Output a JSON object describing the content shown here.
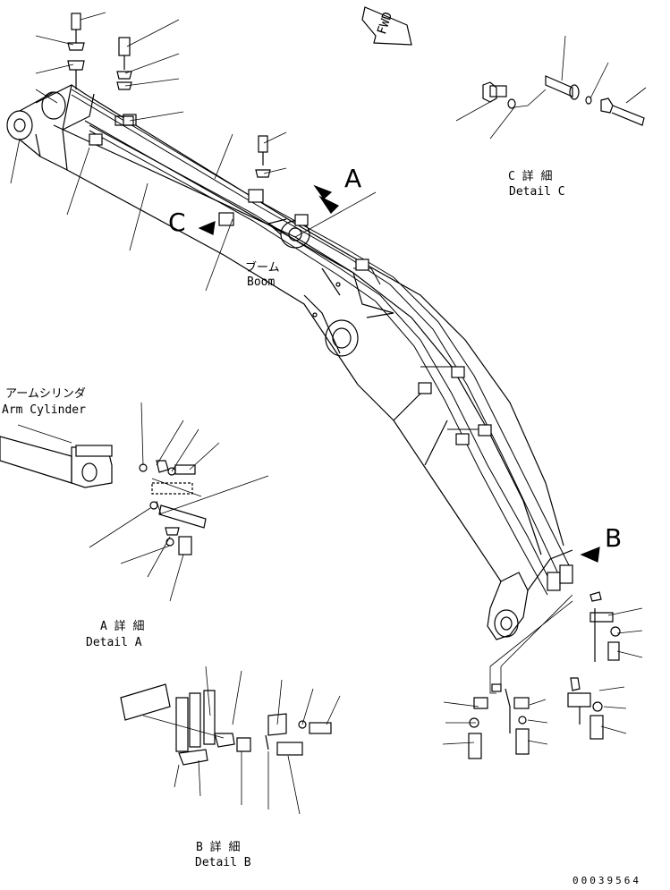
{
  "fwd_label": "FWD",
  "callouts": {
    "a": "A",
    "b": "B",
    "c": "C"
  },
  "boom": {
    "jp": "ブーム",
    "en": "Boom"
  },
  "arm_cylinder": {
    "jp": "アームシリンダ",
    "en": "Arm Cylinder"
  },
  "detail_a": {
    "jp": "A 詳 細",
    "en": "Detail A"
  },
  "detail_b": {
    "jp": "B 詳 細",
    "en": "Detail B"
  },
  "detail_c": {
    "jp": "C 詳 細",
    "en": "Detail C"
  },
  "doc_number": "00039564"
}
